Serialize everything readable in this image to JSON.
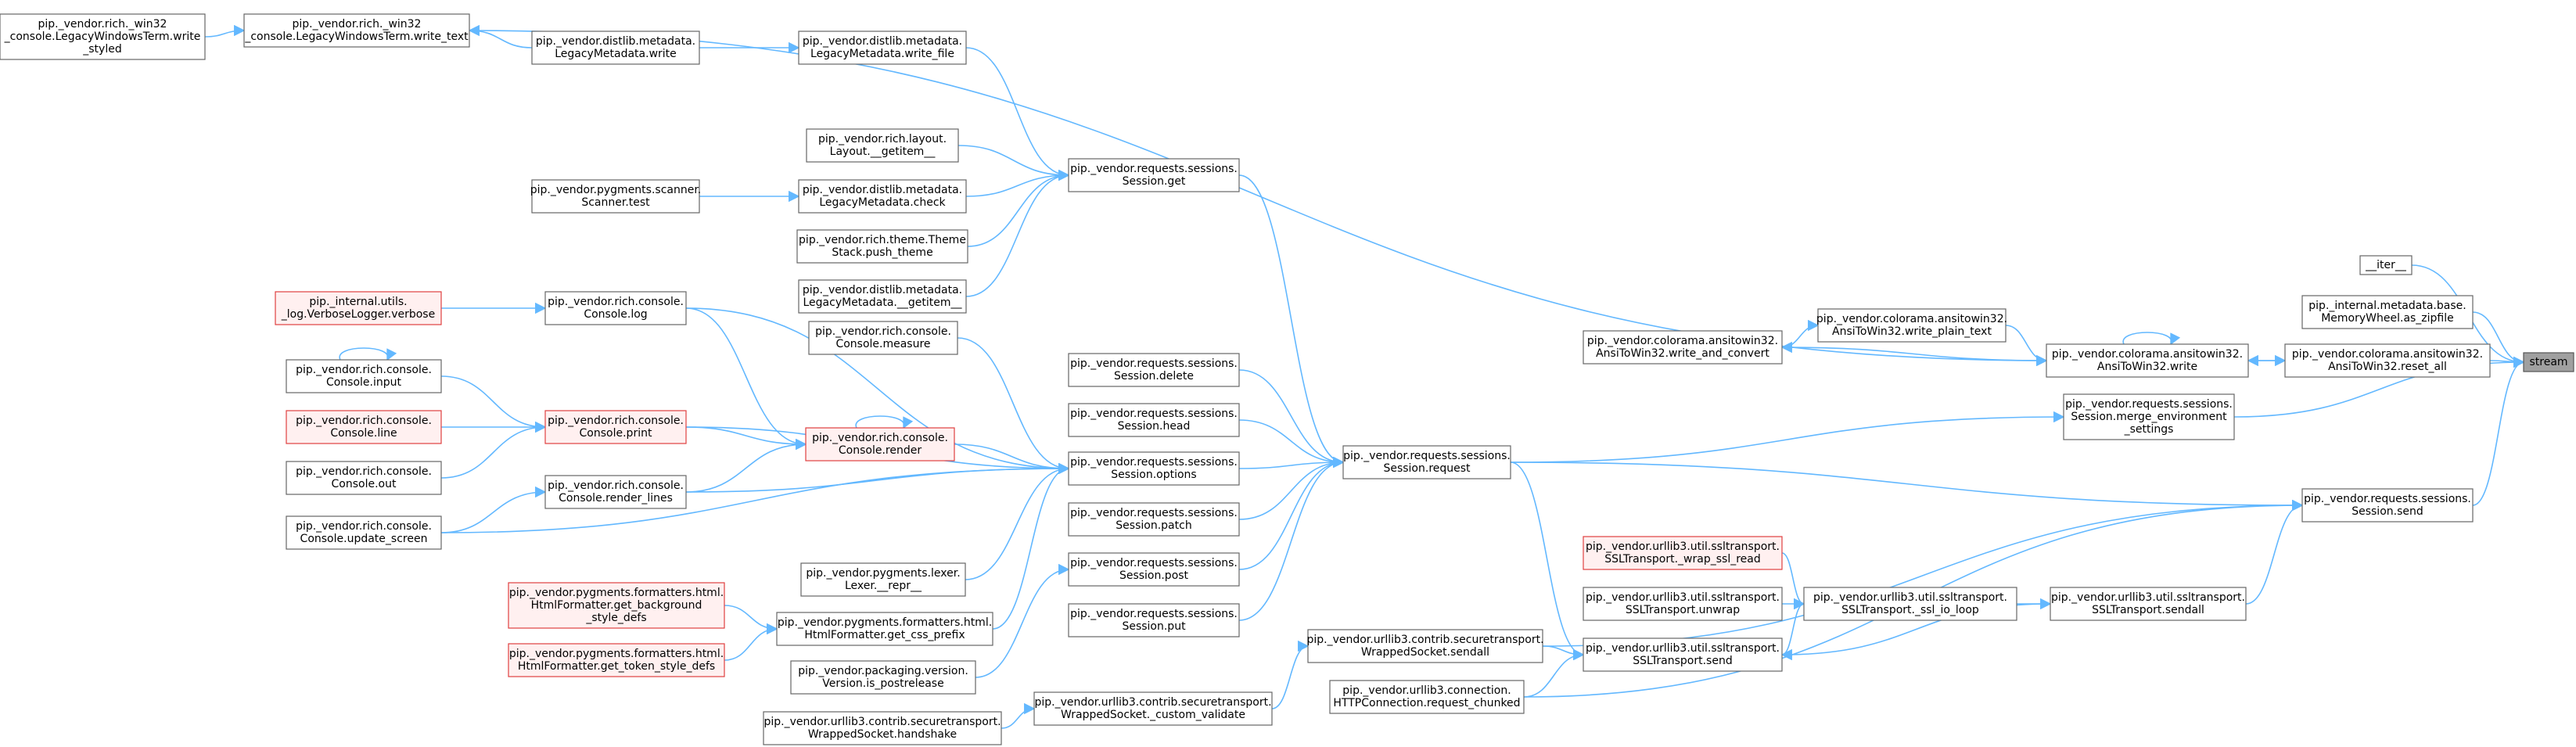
{
  "nodes": [
    {
      "id": "stream",
      "lines": [
        "stream"
      ],
      "style": "dark"
    },
    {
      "id": "iter",
      "lines": [
        "__iter__"
      ]
    },
    {
      "id": "memwheel",
      "lines": [
        "pip._internal.metadata.base.",
        "MemoryWheel.as_zipfile"
      ]
    },
    {
      "id": "reset_all",
      "lines": [
        "pip._vendor.colorama.ansitowin32.",
        "AnsiToWin32.reset_all"
      ]
    },
    {
      "id": "ansi_write",
      "lines": [
        "pip._vendor.colorama.ansitowin32.",
        "AnsiToWin32.write"
      ]
    },
    {
      "id": "write_plain",
      "lines": [
        "pip._vendor.colorama.ansitowin32.",
        "AnsiToWin32.write_plain_text"
      ]
    },
    {
      "id": "write_convert",
      "lines": [
        "pip._vendor.colorama.ansitowin32.",
        "AnsiToWin32.write_and_convert"
      ]
    },
    {
      "id": "merge_env",
      "lines": [
        "pip._vendor.requests.sessions.",
        "Session.merge_environment",
        "_settings"
      ]
    },
    {
      "id": "send",
      "lines": [
        "pip._vendor.requests.sessions.",
        "Session.send"
      ]
    },
    {
      "id": "sendall",
      "lines": [
        "pip._vendor.urllib3.util.ssltransport.",
        "SSLTransport.sendall"
      ]
    },
    {
      "id": "ssl_io_loop",
      "lines": [
        "pip._vendor.urllib3.util.ssltransport.",
        "SSLTransport._ssl_io_loop"
      ]
    },
    {
      "id": "wrap_ssl_read",
      "lines": [
        "pip._vendor.urllib3.util.ssltransport.",
        "SSLTransport._wrap_ssl_read"
      ],
      "style": "red"
    },
    {
      "id": "unwrap",
      "lines": [
        "pip._vendor.urllib3.util.ssltransport.",
        "SSLTransport.unwrap"
      ]
    },
    {
      "id": "ssl_send",
      "lines": [
        "pip._vendor.urllib3.util.ssltransport.",
        "SSLTransport.send"
      ]
    },
    {
      "id": "wrapped_sendall",
      "lines": [
        "pip._vendor.urllib3.contrib.securetransport.",
        "WrappedSocket.sendall"
      ]
    },
    {
      "id": "request_chunked",
      "lines": [
        "pip._vendor.urllib3.connection.",
        "HTTPConnection.request_chunked"
      ]
    },
    {
      "id": "custom_validate",
      "lines": [
        "pip._vendor.urllib3.contrib.securetransport.",
        "WrappedSocket._custom_validate"
      ]
    },
    {
      "id": "handshake",
      "lines": [
        "pip._vendor.urllib3.contrib.securetransport.",
        "WrappedSocket.handshake"
      ]
    },
    {
      "id": "request",
      "lines": [
        "pip._vendor.requests.sessions.",
        "Session.request"
      ]
    },
    {
      "id": "s_get",
      "lines": [
        "pip._vendor.requests.sessions.",
        "Session.get"
      ]
    },
    {
      "id": "s_delete",
      "lines": [
        "pip._vendor.requests.sessions.",
        "Session.delete"
      ]
    },
    {
      "id": "s_head",
      "lines": [
        "pip._vendor.requests.sessions.",
        "Session.head"
      ]
    },
    {
      "id": "s_options",
      "lines": [
        "pip._vendor.requests.sessions.",
        "Session.options"
      ]
    },
    {
      "id": "s_patch",
      "lines": [
        "pip._vendor.requests.sessions.",
        "Session.patch"
      ]
    },
    {
      "id": "s_post",
      "lines": [
        "pip._vendor.requests.sessions.",
        "Session.post"
      ]
    },
    {
      "id": "s_put",
      "lines": [
        "pip._vendor.requests.sessions.",
        "Session.put"
      ]
    },
    {
      "id": "write_file",
      "lines": [
        "pip._vendor.distlib.metadata.",
        "LegacyMetadata.write_file"
      ]
    },
    {
      "id": "md_write",
      "lines": [
        "pip._vendor.distlib.metadata.",
        "LegacyMetadata.write"
      ]
    },
    {
      "id": "layout_getitem",
      "lines": [
        "pip._vendor.rich.layout.",
        "Layout.__getitem__"
      ]
    },
    {
      "id": "md_check",
      "lines": [
        "pip._vendor.distlib.metadata.",
        "LegacyMetadata.check"
      ]
    },
    {
      "id": "theme_push",
      "lines": [
        "pip._vendor.rich.theme.Theme",
        "Stack.push_theme"
      ]
    },
    {
      "id": "md_getitem",
      "lines": [
        "pip._vendor.distlib.metadata.",
        "LegacyMetadata.__getitem__"
      ]
    },
    {
      "id": "scanner_test",
      "lines": [
        "pip._vendor.pygments.scanner.",
        "Scanner.test"
      ]
    },
    {
      "id": "legacy_write_text",
      "lines": [
        "pip._vendor.rich._win32",
        "_console.LegacyWindowsTerm.write_text"
      ]
    },
    {
      "id": "legacy_write_styled",
      "lines": [
        "pip._vendor.rich._win32",
        "_console.LegacyWindowsTerm.write",
        "_styled"
      ]
    },
    {
      "id": "console_log",
      "lines": [
        "pip._vendor.rich.console.",
        "Console.log"
      ]
    },
    {
      "id": "verbose",
      "lines": [
        "pip._internal.utils.",
        "_log.VerboseLogger.verbose"
      ],
      "style": "red"
    },
    {
      "id": "console_measure",
      "lines": [
        "pip._vendor.rich.console.",
        "Console.measure"
      ]
    },
    {
      "id": "console_render",
      "lines": [
        "pip._vendor.rich.console.",
        "Console.render"
      ],
      "style": "red"
    },
    {
      "id": "console_print",
      "lines": [
        "pip._vendor.rich.console.",
        "Console.print"
      ],
      "style": "red"
    },
    {
      "id": "console_input",
      "lines": [
        "pip._vendor.rich.console.",
        "Console.input"
      ]
    },
    {
      "id": "console_line",
      "lines": [
        "pip._vendor.rich.console.",
        "Console.line"
      ],
      "style": "red"
    },
    {
      "id": "console_out",
      "lines": [
        "pip._vendor.rich.console.",
        "Console.out"
      ]
    },
    {
      "id": "render_lines",
      "lines": [
        "pip._vendor.rich.console.",
        "Console.render_lines"
      ]
    },
    {
      "id": "update_screen",
      "lines": [
        "pip._vendor.rich.console.",
        "Console.update_screen"
      ]
    },
    {
      "id": "lexer_repr",
      "lines": [
        "pip._vendor.pygments.lexer.",
        "Lexer.__repr__"
      ]
    },
    {
      "id": "css_prefix",
      "lines": [
        "pip._vendor.pygments.formatters.html.",
        "HtmlFormatter.get_css_prefix"
      ]
    },
    {
      "id": "bg_style",
      "lines": [
        "pip._vendor.pygments.formatters.html.",
        "HtmlFormatter.get_background",
        "_style_defs"
      ],
      "style": "red"
    },
    {
      "id": "token_style",
      "lines": [
        "pip._vendor.pygments.formatters.html.",
        "HtmlFormatter.get_token_style_defs"
      ],
      "style": "red"
    },
    {
      "id": "postrelease",
      "lines": [
        "pip._vendor.packaging.version.",
        "Version.is_postrelease"
      ]
    }
  ]
}
